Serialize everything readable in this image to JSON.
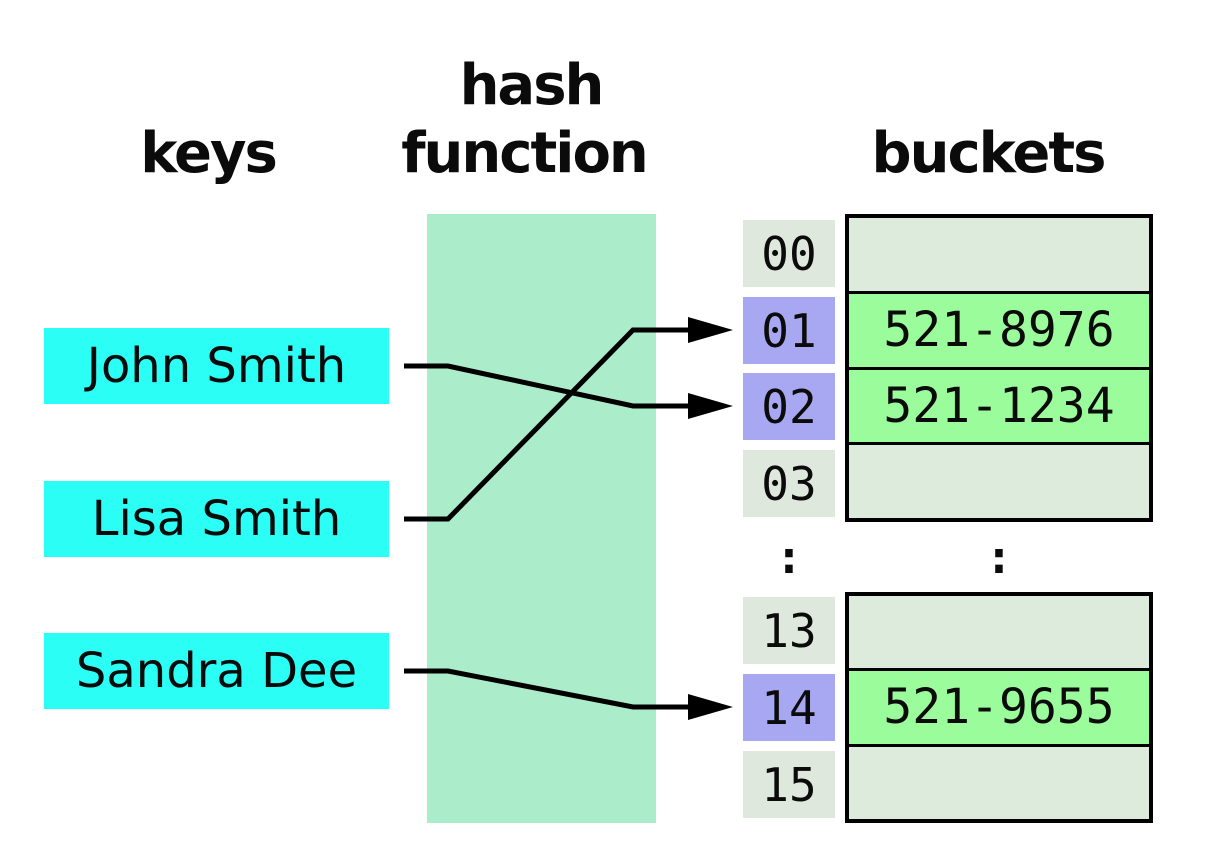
{
  "headers": {
    "keys": "keys",
    "hash_line1": "hash",
    "hash_line2": "function",
    "buckets": "buckets"
  },
  "keys": {
    "items": [
      {
        "label": "John Smith"
      },
      {
        "label": "Lisa Smith"
      },
      {
        "label": "Sandra Dee"
      }
    ]
  },
  "index": {
    "top_cells": [
      "00",
      "01",
      "02",
      "03"
    ],
    "bottom_cells": [
      "13",
      "14",
      "15"
    ],
    "highlighted": [
      "01",
      "02",
      "14"
    ],
    "ellipsis": ":"
  },
  "buckets": {
    "top_rows": [
      "",
      "521-8976",
      "521-1234",
      ""
    ],
    "bottom_rows": [
      "",
      "521-9655",
      ""
    ],
    "ellipsis": ":"
  },
  "arrows": [
    {
      "from": "John Smith",
      "to_index": "02"
    },
    {
      "from": "Lisa Smith",
      "to_index": "01"
    },
    {
      "from": "Sandra Dee",
      "to_index": "14"
    }
  ],
  "colors": {
    "key-fill": "#2bfff5",
    "hash-fill": "#abeccb",
    "cell-light": "#dfe8dc",
    "cell-highlight": "#a8a8f2",
    "bucket-empty": "#dcebdb",
    "bucket-filled": "#9afc9a",
    "line-color": "#000000"
  }
}
